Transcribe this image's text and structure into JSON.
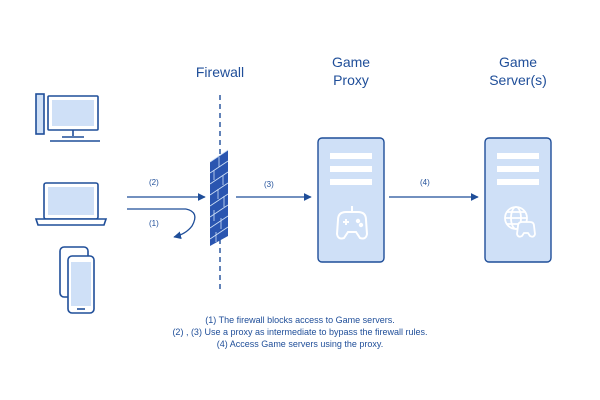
{
  "labels": {
    "firewall": "Firewall",
    "proxy": [
      "Game",
      "Proxy"
    ],
    "server": [
      "Game",
      "Server(s)"
    ]
  },
  "steps": {
    "s1": "(1)",
    "s2": "(2)",
    "s3": "(3)",
    "s4": "(4)"
  },
  "notes": [
    "(1) The firewall blocks access to Game servers.",
    "(2) , (3) Use a proxy as intermediate to bypass the firewall rules.",
    "(4) Access Game servers using the proxy."
  ],
  "colors": {
    "stroke": "#1f4e99",
    "server_fill": "#cfe0f7",
    "wall": "#2a55b0",
    "text": "#1f4e99"
  }
}
